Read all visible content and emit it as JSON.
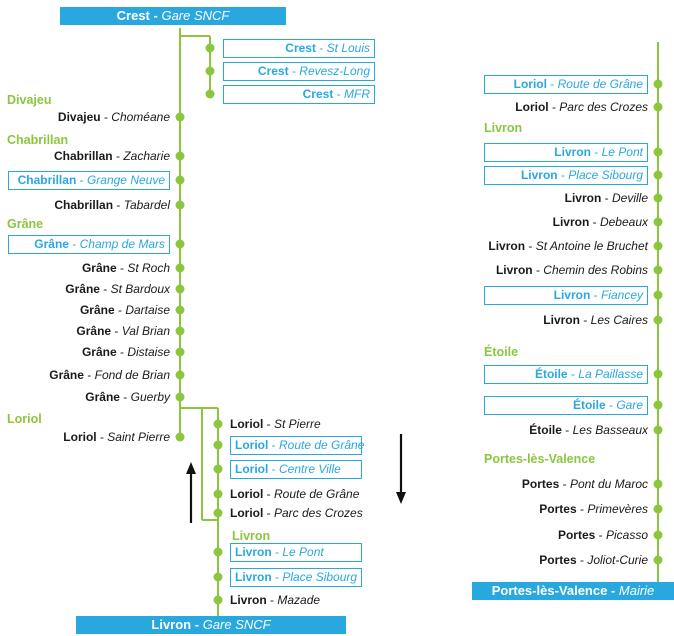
{
  "colors": {
    "line": "#8cc63f",
    "accent": "#29a8e0",
    "text": "#1a1a1a",
    "background": "#ffffff"
  },
  "terminus_start": {
    "town": "Crest",
    "stop": "Gare SNCF"
  },
  "terminus_left_end": {
    "town": "Livron",
    "stop": "Gare SNCF"
  },
  "terminus_right_end": {
    "town": "Portes-lès-Valence",
    "stop": "Mairie"
  },
  "towns": {
    "divajeu": "Divajeu",
    "chabrillan": "Chabrillan",
    "grane": "Grâne",
    "loriol": "Loriol",
    "livron_left": "Livron",
    "livron_right": "Livron",
    "etoile": "Étoile",
    "portes": "Portes-lès-Valence"
  },
  "stops": {
    "crest_branch": [
      {
        "town": "Crest",
        "stop": "St Louis",
        "boxed": true
      },
      {
        "town": "Crest",
        "stop": "Revesz-Long",
        "boxed": true
      },
      {
        "town": "Crest",
        "stop": "MFR",
        "boxed": true
      }
    ],
    "left_main": [
      {
        "town": "Divajeu",
        "stop": "Choméane",
        "boxed": false
      },
      {
        "town": "Chabrillan",
        "stop": "Zacharie",
        "boxed": false
      },
      {
        "town": "Chabrillan",
        "stop": "Grange Neuve",
        "boxed": true
      },
      {
        "town": "Chabrillan",
        "stop": "Tabardel",
        "boxed": false
      },
      {
        "town": "Grâne",
        "stop": "Champ de Mars",
        "boxed": true
      },
      {
        "town": "Grâne",
        "stop": "St Roch",
        "boxed": false
      },
      {
        "town": "Grâne",
        "stop": "St Bardoux",
        "boxed": false
      },
      {
        "town": "Grâne",
        "stop": "Dartaise",
        "boxed": false
      },
      {
        "town": "Grâne",
        "stop": "Val Brian",
        "boxed": false
      },
      {
        "town": "Grâne",
        "stop": "Distaise",
        "boxed": false
      },
      {
        "town": "Grâne",
        "stop": "Fond de Brian",
        "boxed": false
      },
      {
        "town": "Grâne",
        "stop": "Guerby",
        "boxed": false
      },
      {
        "town": "Loriol",
        "stop": "Saint Pierre",
        "boxed": false
      }
    ],
    "loriol_branch": [
      {
        "town": "Loriol",
        "stop": "St Pierre",
        "boxed": false
      },
      {
        "town": "Loriol",
        "stop": "Route de Grâne",
        "boxed": true
      },
      {
        "town": "Loriol",
        "stop": "Centre Ville",
        "boxed": true
      },
      {
        "town": "Loriol",
        "stop": "Route de Grâne",
        "boxed": false
      },
      {
        "town": "Loriol",
        "stop": "Parc des Crozes",
        "boxed": false
      }
    ],
    "livron_bottom": [
      {
        "town": "Livron",
        "stop": "Le Pont",
        "boxed": true
      },
      {
        "town": "Livron",
        "stop": "Place Sibourg",
        "boxed": true
      },
      {
        "town": "Livron",
        "stop": "Mazade",
        "boxed": false
      }
    ],
    "right_column": [
      {
        "town": "Loriol",
        "stop": "Route de Grâne",
        "boxed": true
      },
      {
        "town": "Loriol",
        "stop": "Parc des Crozes",
        "boxed": false
      },
      {
        "town": "Livron",
        "stop": "Le Pont",
        "boxed": true
      },
      {
        "town": "Livron",
        "stop": "Place Sibourg",
        "boxed": true
      },
      {
        "town": "Livron",
        "stop": "Deville",
        "boxed": false
      },
      {
        "town": "Livron",
        "stop": "Debeaux",
        "boxed": false
      },
      {
        "town": "Livron",
        "stop": "St Antoine le Bruchet",
        "boxed": false
      },
      {
        "town": "Livron",
        "stop": "Chemin des Robins",
        "boxed": false
      },
      {
        "town": "Livron",
        "stop": "Fiancey",
        "boxed": true
      },
      {
        "town": "Livron",
        "stop": "Les Caires",
        "boxed": false
      },
      {
        "town": "Étoile",
        "stop": "La Paillasse",
        "boxed": true
      },
      {
        "town": "Étoile",
        "stop": "Gare",
        "boxed": true
      },
      {
        "town": "Étoile",
        "stop": "Les Basseaux",
        "boxed": false
      },
      {
        "town": "Portes",
        "stop": "Pont du Maroc",
        "boxed": false
      },
      {
        "town": "Portes",
        "stop": "Primevères",
        "boxed": false
      },
      {
        "town": "Portes",
        "stop": "Picasso",
        "boxed": false
      },
      {
        "town": "Portes",
        "stop": "Joliot-Curie",
        "boxed": false
      }
    ]
  }
}
